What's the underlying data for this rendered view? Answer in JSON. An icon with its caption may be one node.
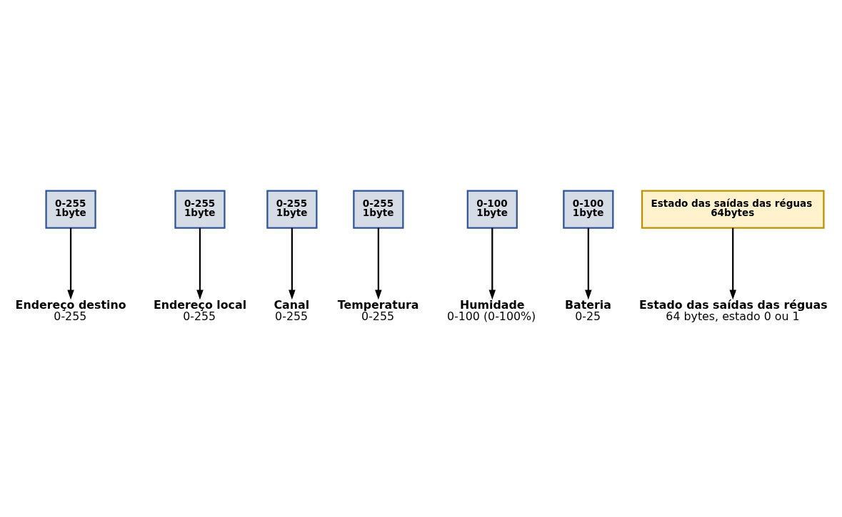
{
  "diagram": {
    "nodes": [
      {
        "text": [
          "0-255",
          "1byte"
        ]
      },
      {
        "text": [
          "0-255",
          "1byte"
        ]
      },
      {
        "text": [
          "0-255",
          "1byte"
        ]
      },
      {
        "text": [
          "0-255",
          "1byte"
        ]
      },
      {
        "text": [
          "0-100",
          "1byte"
        ]
      },
      {
        "text": [
          "0-100",
          "1byte"
        ]
      },
      {
        "text": [
          "Estado das saídas das réguas",
          "64bytes"
        ]
      },
      {
        "text": [
          "Estado das saídas das réguas",
          "64 bytes, estado 0 ou 1"
        ]
      },
      {
        "text": [
          "Bateria",
          "0-25"
        ]
      },
      {
        "text": [
          "Humidade",
          "0-100 (0-100%)"
        ]
      },
      {
        "text": [
          "Temperatura",
          "0-255"
        ]
      },
      {
        "text": [
          "Canal",
          "0-255"
        ]
      },
      {
        "text": [
          "Endereço local",
          "0-255"
        ]
      },
      {
        "text": [
          "Endereço destino",
          "0-255"
        ]
      }
    ],
    "edges": [
      {
        "from": 6,
        "to": 7,
        "arrow": "to"
      },
      {
        "from": 5,
        "to": 8,
        "arrow": "to"
      },
      {
        "from": 4,
        "to": 9,
        "arrow": "to"
      },
      {
        "from": 3,
        "to": 10,
        "arrow": "to"
      },
      {
        "from": 2,
        "to": 11,
        "arrow": "to"
      },
      {
        "from": 1,
        "to": 12,
        "arrow": "to"
      },
      {
        "from": 0,
        "to": 13,
        "arrow": "to"
      }
    ]
  }
}
